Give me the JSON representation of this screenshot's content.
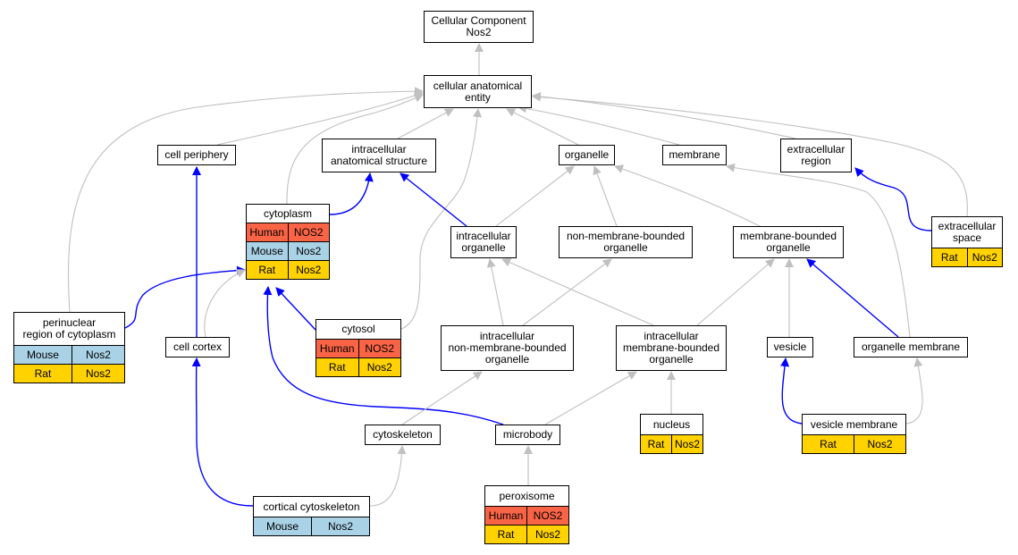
{
  "colors": {
    "is_a_edge": "#c0c0c0",
    "part_of_edge": "#0000ff",
    "Human": "#fa6446",
    "Mouse": "#aad2e6",
    "Rat": "#ffd200"
  },
  "nodes": [
    {
      "id": "root",
      "lines": [
        "Cellular Component",
        "Nos2"
      ],
      "species": []
    },
    {
      "id": "cae",
      "lines": [
        "cellular anatomical",
        "entity"
      ],
      "species": []
    },
    {
      "id": "cellper",
      "lines": [
        "cell periphery"
      ],
      "species": []
    },
    {
      "id": "ias",
      "lines": [
        "intracellular",
        "anatomical structure"
      ],
      "species": []
    },
    {
      "id": "organelle",
      "lines": [
        "organelle"
      ],
      "species": []
    },
    {
      "id": "membrane",
      "lines": [
        "membrane"
      ],
      "species": []
    },
    {
      "id": "extreg",
      "lines": [
        "extracellular",
        "region"
      ],
      "species": []
    },
    {
      "id": "cytoplasm",
      "lines": [
        "cytoplasm"
      ],
      "species": [
        [
          "Human",
          "NOS2"
        ],
        [
          "Mouse",
          "Nos2"
        ],
        [
          "Rat",
          "Nos2"
        ]
      ]
    },
    {
      "id": "intorg",
      "lines": [
        "intracellular",
        "organelle"
      ],
      "species": []
    },
    {
      "id": "nmbo",
      "lines": [
        "non-membrane-bounded",
        "organelle"
      ],
      "species": []
    },
    {
      "id": "mbo",
      "lines": [
        "membrane-bounded",
        "organelle"
      ],
      "species": []
    },
    {
      "id": "extspace",
      "lines": [
        "extracellular",
        "space"
      ],
      "species": [
        [
          "Rat",
          "Nos2"
        ]
      ]
    },
    {
      "id": "perinuc",
      "lines": [
        "perinuclear",
        "region of cytoplasm"
      ],
      "species": [
        [
          "Mouse",
          "Nos2"
        ],
        [
          "Rat",
          "Nos2"
        ]
      ]
    },
    {
      "id": "cellcortex",
      "lines": [
        "cell cortex"
      ],
      "species": []
    },
    {
      "id": "cytosol",
      "lines": [
        "cytosol"
      ],
      "species": [
        [
          "Human",
          "NOS2"
        ],
        [
          "Rat",
          "Nos2"
        ]
      ]
    },
    {
      "id": "inmbo",
      "lines": [
        "intracellular",
        "non-membrane-bounded",
        "organelle"
      ],
      "species": []
    },
    {
      "id": "imbo",
      "lines": [
        "intracellular",
        "membrane-bounded",
        "organelle"
      ],
      "species": []
    },
    {
      "id": "vesicle",
      "lines": [
        "vesicle"
      ],
      "species": []
    },
    {
      "id": "orgmem",
      "lines": [
        "organelle membrane"
      ],
      "species": []
    },
    {
      "id": "cytoskel",
      "lines": [
        "cytoskeleton"
      ],
      "species": []
    },
    {
      "id": "microbody",
      "lines": [
        "microbody"
      ],
      "species": []
    },
    {
      "id": "nucleus",
      "lines": [
        "nucleus"
      ],
      "species": [
        [
          "Rat",
          "Nos2"
        ]
      ]
    },
    {
      "id": "vesmem",
      "lines": [
        "vesicle membrane"
      ],
      "species": [
        [
          "Rat",
          "Nos2"
        ]
      ]
    },
    {
      "id": "cortcyto",
      "lines": [
        "cortical cytoskeleton"
      ],
      "species": [
        [
          "Mouse",
          "Nos2"
        ]
      ]
    },
    {
      "id": "perox",
      "lines": [
        "peroxisome"
      ],
      "species": [
        [
          "Human",
          "NOS2"
        ],
        [
          "Rat",
          "Nos2"
        ]
      ]
    }
  ],
  "edges": [
    {
      "from": "cae",
      "to": "root",
      "type": "is_a"
    },
    {
      "from": "cellper",
      "to": "cae",
      "type": "is_a"
    },
    {
      "from": "ias",
      "to": "cae",
      "type": "is_a"
    },
    {
      "from": "organelle",
      "to": "cae",
      "type": "is_a"
    },
    {
      "from": "membrane",
      "to": "cae",
      "type": "is_a"
    },
    {
      "from": "extreg",
      "to": "cae",
      "type": "is_a"
    },
    {
      "from": "cytoplasm",
      "to": "cae",
      "type": "is_a"
    },
    {
      "from": "perinuc",
      "to": "cae",
      "type": "is_a"
    },
    {
      "from": "cytosol",
      "to": "cae",
      "type": "is_a"
    },
    {
      "from": "extspace",
      "to": "cae",
      "type": "is_a"
    },
    {
      "from": "cytoplasm",
      "to": "ias",
      "type": "part_of"
    },
    {
      "from": "intorg",
      "to": "ias",
      "type": "part_of"
    },
    {
      "from": "intorg",
      "to": "organelle",
      "type": "is_a"
    },
    {
      "from": "nmbo",
      "to": "organelle",
      "type": "is_a"
    },
    {
      "from": "mbo",
      "to": "organelle",
      "type": "is_a"
    },
    {
      "from": "orgmem",
      "to": "membrane",
      "type": "is_a"
    },
    {
      "from": "extspace",
      "to": "extreg",
      "type": "part_of"
    },
    {
      "from": "perinuc",
      "to": "cytoplasm",
      "type": "part_of"
    },
    {
      "from": "cellcortex",
      "to": "cytoplasm",
      "type": "is_a"
    },
    {
      "from": "cytosol",
      "to": "cytoplasm",
      "type": "part_of"
    },
    {
      "from": "microbody",
      "to": "cytoplasm",
      "type": "part_of"
    },
    {
      "from": "cellcortex",
      "to": "cellper",
      "type": "part_of"
    },
    {
      "from": "inmbo",
      "to": "intorg",
      "type": "is_a"
    },
    {
      "from": "imbo",
      "to": "intorg",
      "type": "is_a"
    },
    {
      "from": "inmbo",
      "to": "nmbo",
      "type": "is_a"
    },
    {
      "from": "imbo",
      "to": "mbo",
      "type": "is_a"
    },
    {
      "from": "vesicle",
      "to": "mbo",
      "type": "is_a"
    },
    {
      "from": "orgmem",
      "to": "mbo",
      "type": "part_of"
    },
    {
      "from": "cytoskel",
      "to": "inmbo",
      "type": "is_a"
    },
    {
      "from": "microbody",
      "to": "imbo",
      "type": "is_a"
    },
    {
      "from": "nucleus",
      "to": "imbo",
      "type": "is_a"
    },
    {
      "from": "vesmem",
      "to": "vesicle",
      "type": "part_of"
    },
    {
      "from": "vesmem",
      "to": "orgmem",
      "type": "is_a"
    },
    {
      "from": "cortcyto",
      "to": "cellcortex",
      "type": "part_of"
    },
    {
      "from": "cortcyto",
      "to": "cytoskel",
      "type": "is_a"
    },
    {
      "from": "perox",
      "to": "microbody",
      "type": "is_a"
    }
  ]
}
